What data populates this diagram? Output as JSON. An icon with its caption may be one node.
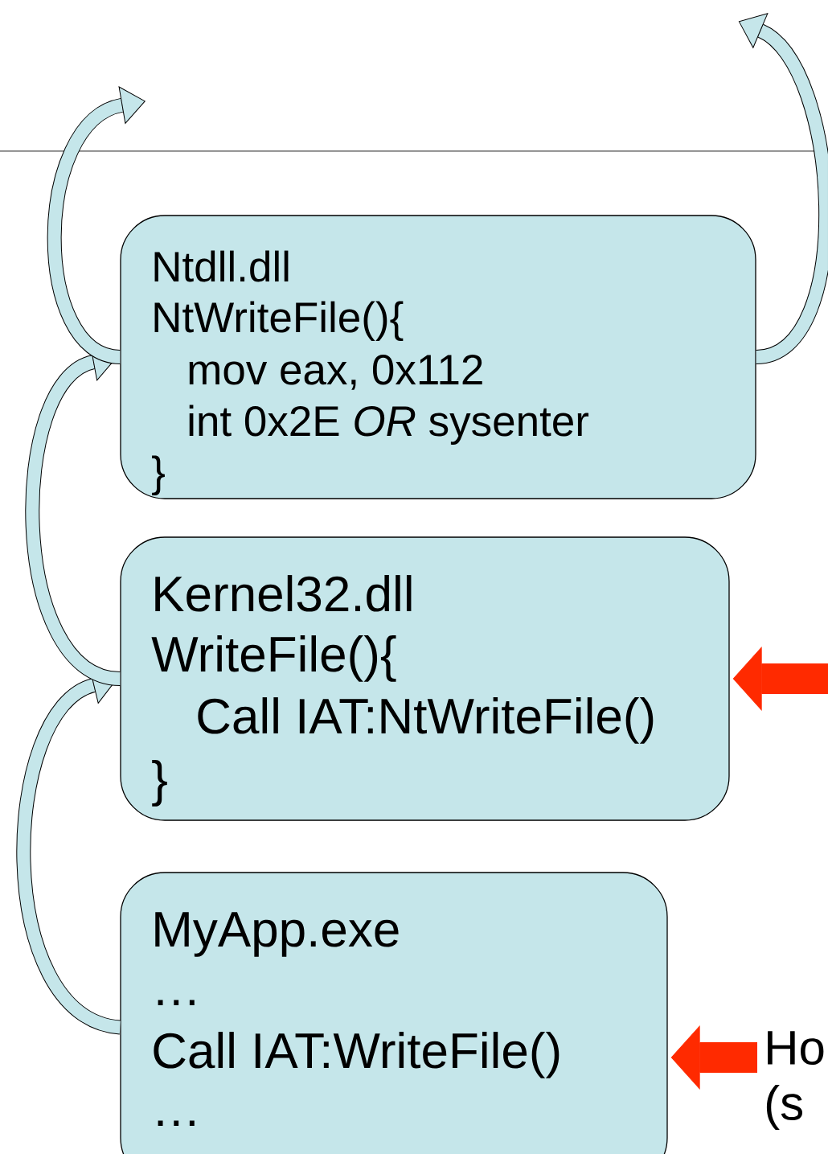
{
  "diagram": {
    "nodes": [
      {
        "text": [
          "Ntdll.dll",
          "NtWriteFile(){",
          "mov eax, 0x112",
          "int 0x2E *OR* sysenter",
          "}"
        ]
      },
      {
        "text": [
          "Kernel32.dll",
          "WriteFile(){",
          "Call IAT:NtWriteFile()",
          "}"
        ]
      },
      {
        "text": [
          "MyApp.exe",
          "…",
          "Call IAT:WriteFile()",
          "…"
        ]
      },
      {
        "text": [
          "Ho (s"
        ]
      }
    ],
    "edges": [
      {
        "from": 2,
        "to": 1,
        "arrow": "to"
      },
      {
        "from": 1,
        "to": 0,
        "arrow": "to"
      },
      {
        "from": 0,
        "to": null,
        "arrow": "to"
      },
      {
        "from": 0,
        "to": null,
        "arrow": "to"
      },
      {
        "from": null,
        "to": 1,
        "arrow": "to",
        "style": "thick",
        "color": "#ff2a00"
      },
      {
        "from": 3,
        "to": 2,
        "arrow": "to",
        "style": "thick",
        "color": "#ff2a00"
      }
    ]
  }
}
